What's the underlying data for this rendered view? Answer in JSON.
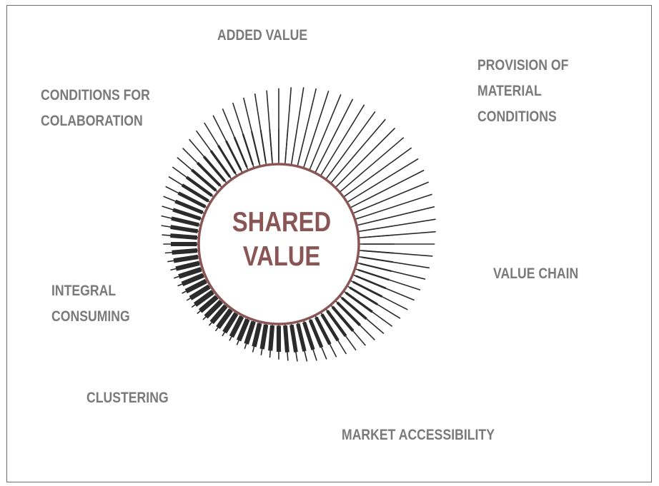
{
  "center": {
    "line1": "SHARED",
    "line2": "VALUE"
  },
  "labels": {
    "added_value": "ADDED VALUE",
    "provision": [
      "PROVISION OF",
      "MATERIAL",
      "CONDITIONS"
    ],
    "conditions": [
      "CONDITIONS FOR",
      "COLABORATION"
    ],
    "value_chain": "VALUE CHAIN",
    "integral": [
      "INTEGRAL",
      "CONSUMING"
    ],
    "clustering": "CLUSTERING",
    "market": "MARKET ACCESSIBILITY"
  },
  "colors": {
    "text": "#7a7a7a",
    "center_text": "#8a5555",
    "circle_stroke": "#8a5555",
    "rays": "#2b2b2b",
    "frame": "#6e6e6e"
  }
}
